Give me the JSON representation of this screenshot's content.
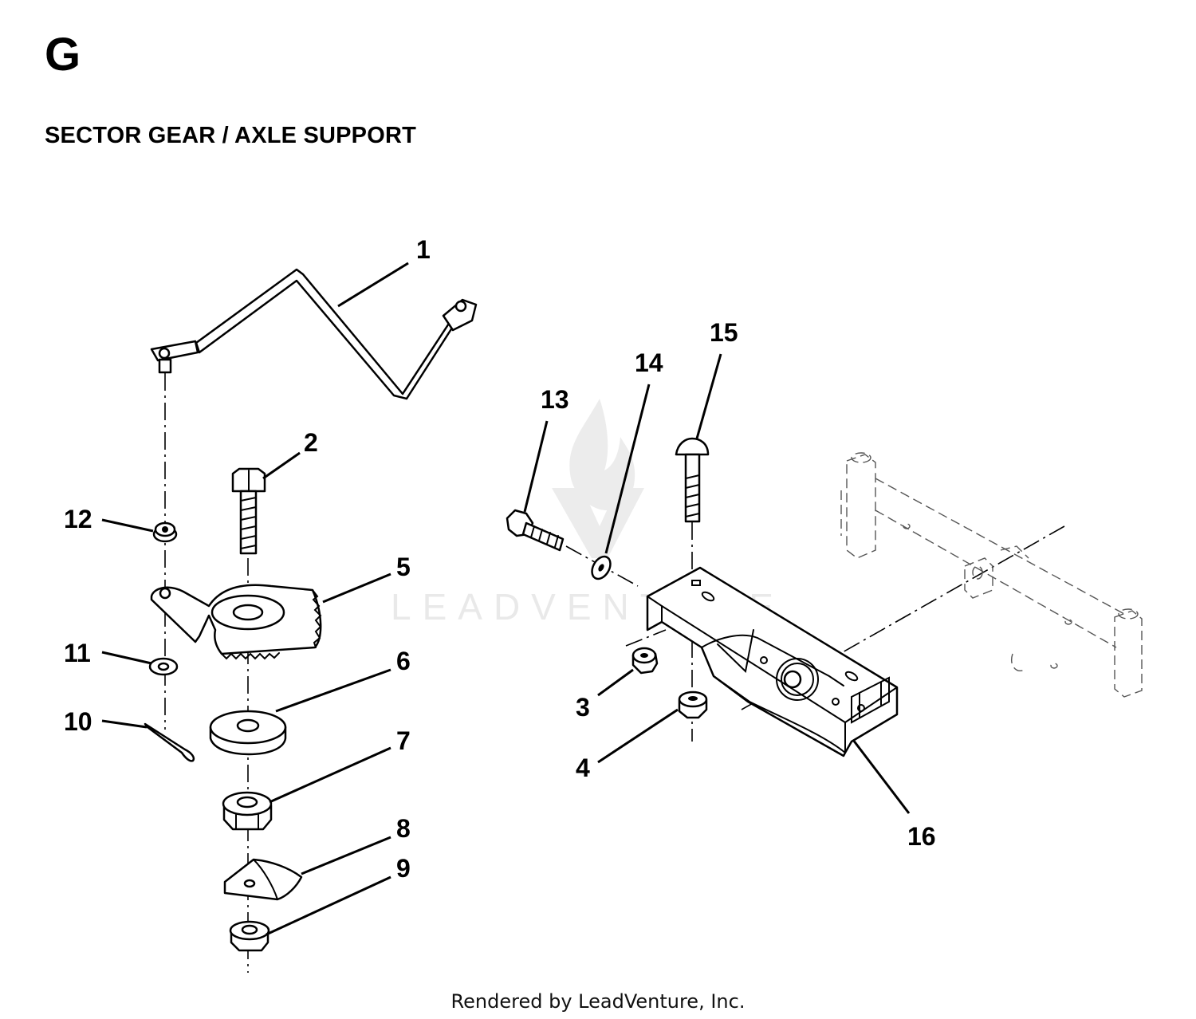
{
  "section": {
    "letter": "G",
    "title": "SECTOR GEAR / AXLE SUPPORT"
  },
  "callouts": [
    {
      "id": "1",
      "label": "1"
    },
    {
      "id": "2",
      "label": "2"
    },
    {
      "id": "3",
      "label": "3"
    },
    {
      "id": "4",
      "label": "4"
    },
    {
      "id": "5",
      "label": "5"
    },
    {
      "id": "6",
      "label": "6"
    },
    {
      "id": "7",
      "label": "7"
    },
    {
      "id": "8",
      "label": "8"
    },
    {
      "id": "9",
      "label": "9"
    },
    {
      "id": "10",
      "label": "10"
    },
    {
      "id": "11",
      "label": "11"
    },
    {
      "id": "12",
      "label": "12"
    },
    {
      "id": "13",
      "label": "13"
    },
    {
      "id": "14",
      "label": "14"
    },
    {
      "id": "15",
      "label": "15"
    },
    {
      "id": "16",
      "label": "16"
    }
  ],
  "watermark": {
    "text": "LEADVENTURE"
  },
  "footer": {
    "text": "Rendered by LeadVenture, Inc."
  }
}
